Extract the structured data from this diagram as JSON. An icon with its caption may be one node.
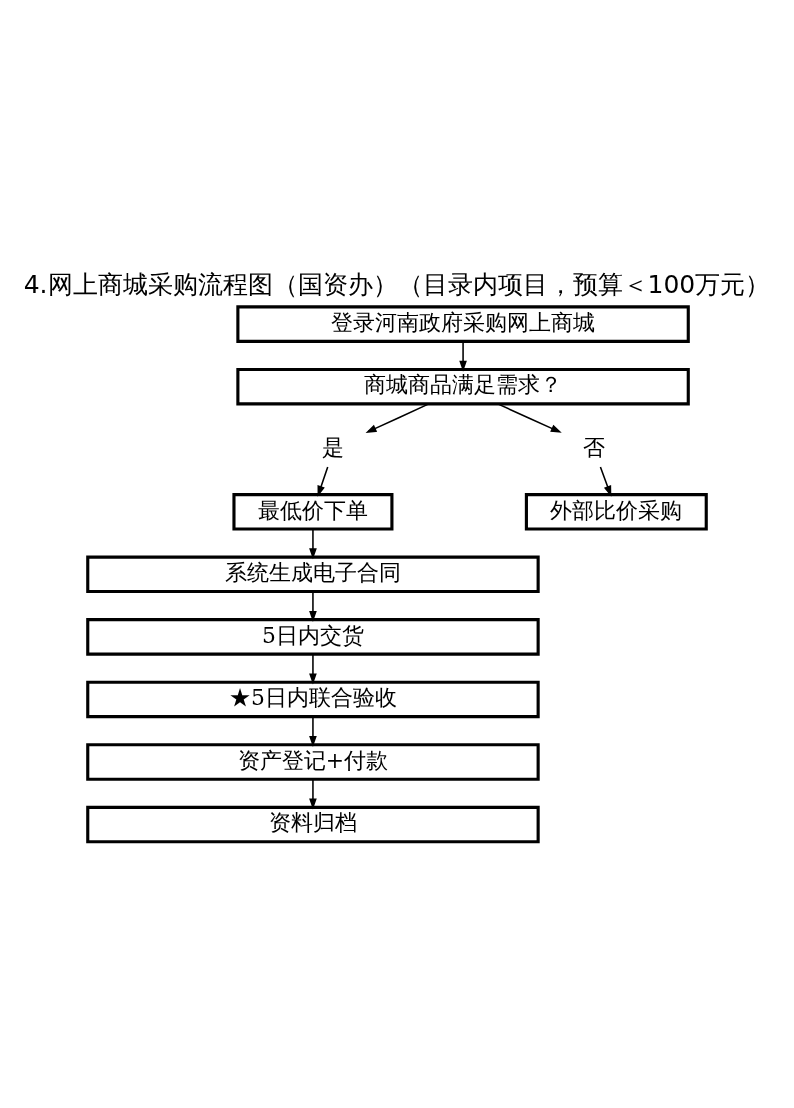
{
  "diagram": {
    "title": "4.网上商城采购流程图（国资办）（目录内项目，预算＜100万元）",
    "nodes": [
      {
        "text": [
          "登录河南政府采购网上商城"
        ]
      },
      {
        "text": [
          "商城商品满足需求？"
        ]
      },
      {
        "text": [
          "是"
        ]
      },
      {
        "text": [
          "否"
        ]
      },
      {
        "text": [
          "最低价下单"
        ]
      },
      {
        "text": [
          "外部比价采购"
        ]
      },
      {
        "text": [
          "系统生成电子合同"
        ]
      },
      {
        "text": [
          "5日内交货"
        ]
      },
      {
        "text": [
          "★5日内联合验收"
        ]
      },
      {
        "text": [
          "资产登记+付款"
        ]
      },
      {
        "text": [
          "资料归档"
        ]
      }
    ],
    "edges": [
      {
        "from": 0,
        "to": 1,
        "arrow": "to"
      },
      {
        "from": 1,
        "to": 2,
        "arrow": "to"
      },
      {
        "from": 1,
        "to": 3,
        "arrow": "to"
      },
      {
        "from": 2,
        "to": 4,
        "arrow": "to"
      },
      {
        "from": 3,
        "to": 5,
        "arrow": "to"
      },
      {
        "from": 4,
        "to": 6,
        "arrow": "to"
      },
      {
        "from": 6,
        "to": 7,
        "arrow": "to"
      },
      {
        "from": 7,
        "to": 8,
        "arrow": "to"
      },
      {
        "from": 8,
        "to": 9,
        "arrow": "to"
      },
      {
        "from": 9,
        "to": 10,
        "arrow": "to"
      }
    ]
  }
}
